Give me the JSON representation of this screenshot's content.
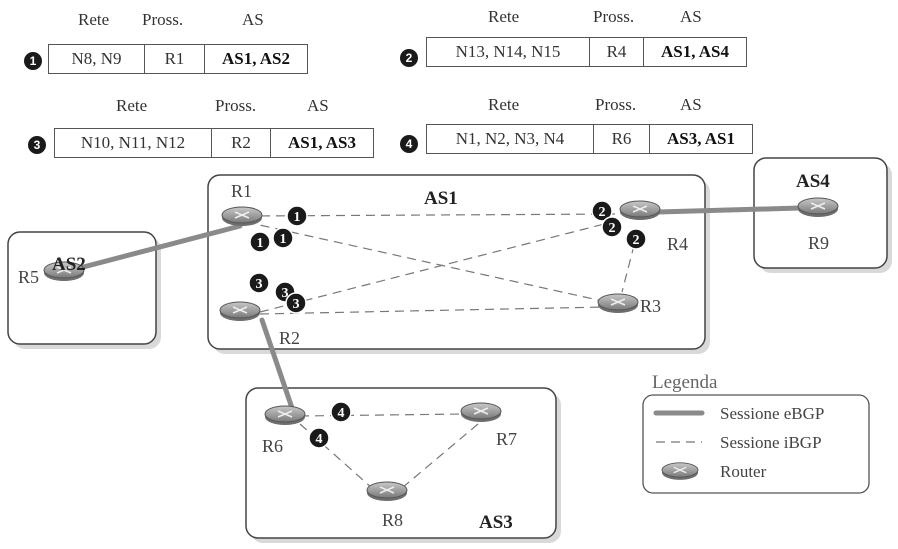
{
  "tables": [
    {
      "id": "1",
      "header": {
        "net": "Rete",
        "next": "Pross.",
        "as": "AS"
      },
      "net": "N8, N9",
      "next": "R1",
      "as": "AS1, AS2"
    },
    {
      "id": "2",
      "header": {
        "net": "Rete",
        "next": "Pross.",
        "as": "AS"
      },
      "net": "N13, N14, N15",
      "next": "R4",
      "as": "AS1, AS4"
    },
    {
      "id": "3",
      "header": {
        "net": "Rete",
        "next": "Pross.",
        "as": "AS"
      },
      "net": "N10, N11, N12",
      "next": "R2",
      "as": "AS1, AS3"
    },
    {
      "id": "4",
      "header": {
        "net": "Rete",
        "next": "Pross.",
        "as": "AS"
      },
      "net": "N1, N2, N3, N4",
      "next": "R6",
      "as": "AS3, AS1"
    }
  ],
  "as_labels": {
    "as1": "AS1",
    "as2": "AS2",
    "as3": "AS3",
    "as4": "AS4"
  },
  "routers": {
    "r1": "R1",
    "r2": "R2",
    "r3": "R3",
    "r4": "R4",
    "r5": "R5",
    "r6": "R6",
    "r7": "R7",
    "r8": "R8",
    "r9": "R9"
  },
  "markers": {
    "m1": "1",
    "m2": "2",
    "m3": "3",
    "m4": "4"
  },
  "legend": {
    "title": "Legenda",
    "ebgp": "Sessione eBGP",
    "ibgp": "Sessione iBGP",
    "router": "Router"
  },
  "colors": {
    "ebgp": "#8a8a8a",
    "ibgp": "#777777",
    "router": "#9a9a9a",
    "badge": "#1a1a1a"
  }
}
